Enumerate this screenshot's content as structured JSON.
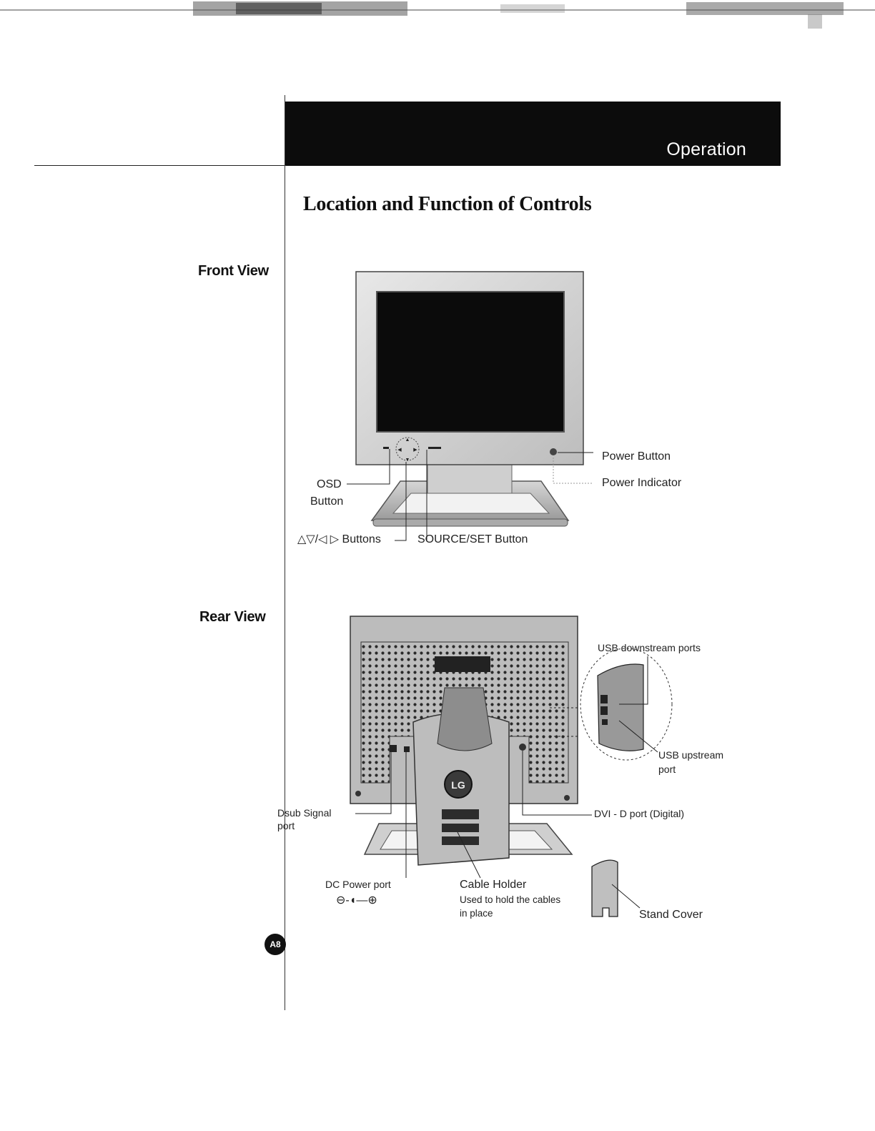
{
  "header": {
    "section_title": "Operation"
  },
  "page": {
    "title": "Location and Function of Controls",
    "page_number": "A8"
  },
  "front_view": {
    "label": "Front View",
    "callouts": {
      "power_button": "Power Button",
      "power_indicator": "Power Indicator",
      "osd_button_line1": "OSD",
      "osd_button_line2": "Button",
      "arrow_buttons": "△▽/◁ ▷ Buttons",
      "source_set_button": "SOURCE/SET Button"
    }
  },
  "rear_view": {
    "label": "Rear View",
    "callouts": {
      "usb_downstream": "USB downstream ports",
      "usb_upstream_line1": "USB upstream",
      "usb_upstream_line2": "port",
      "dsub_line1": "Dsub Signal",
      "dsub_line2": "port",
      "dvi": "DVI - D port (Digital)",
      "dc_power": "DC Power port",
      "dc_polarity": "⊖-◖—⊕",
      "cable_holder": "Cable Holder",
      "cable_holder_desc1": "Used to hold the cables",
      "cable_holder_desc2": "in place",
      "stand_cover": "Stand Cover"
    },
    "logo_text": "LG"
  }
}
